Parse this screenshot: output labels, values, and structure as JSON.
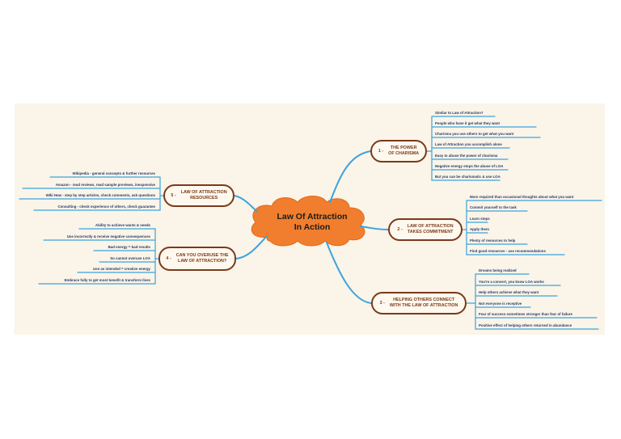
{
  "central": {
    "line1": "Law Of Attraction",
    "line2": "In Action"
  },
  "branches": [
    {
      "num": "1 -",
      "label_lines": [
        "THE POWER",
        "OF CHARISMA"
      ],
      "leaves": [
        "Similar to Law of Attraction?",
        "People who have it get what they want",
        "Charisma you use others to get what you want",
        "Law of Attraction you accomplish alone",
        "Easy to abuse the power of charisma",
        "Negative energy stops the abuse of LOA",
        "But you can be charismatic & use LOA"
      ]
    },
    {
      "num": "2 -",
      "label_lines": [
        "LAW OF ATTRACTION",
        "TAKES COMMITMENT"
      ],
      "leaves": [
        "More required than occasional thoughts about what you want",
        "Commit yourself to the task",
        "Learn steps",
        "Apply them",
        "Plenty of resources to help",
        "Find good resources - use recommendations"
      ]
    },
    {
      "num": "3 -",
      "label_lines": [
        "HELPING OTHERS CONNECT",
        "WITH THE LAW OF ATTRACTION"
      ],
      "leaves": [
        "Dreams being realized",
        "You're a convert, you know LOA works",
        "Help others achieve what they want",
        "Not everyone is receptive",
        "Fear of success sometimes stronger than fear of failure",
        "Positive effect of helping others returned in abundance"
      ]
    },
    {
      "num": "4 -",
      "label_lines": [
        "CAN YOU OVERUSE THE",
        "LAW OF ATTRACTION?"
      ],
      "leaves": [
        "Ability to achieve wants & needs",
        "Use incorrectly  & receive negative consequences",
        "Bad energy = bad results",
        "So cannot overuse LOA",
        "Use as intended = creative energy",
        "Embrace fully to get most benefit & transform lives"
      ]
    },
    {
      "num": "5 -",
      "label_lines": [
        "LAW OF ATTRACTION",
        "RESOURCES"
      ],
      "leaves": [
        "Wikipedia - general concepts & further resources",
        "Amazon - read reviews, read sample previews, inexpensive",
        "Wiki How - step by step articles, check comments, ask questions",
        "Consulting - check experience of others, check guarantee"
      ]
    }
  ],
  "colors": {
    "canvas": "#fbf4e9",
    "central_fill": "#f07e2e",
    "branch_border": "#7a3a1a",
    "connector": "#3ba3dc",
    "leaf_text": "#263a66"
  }
}
